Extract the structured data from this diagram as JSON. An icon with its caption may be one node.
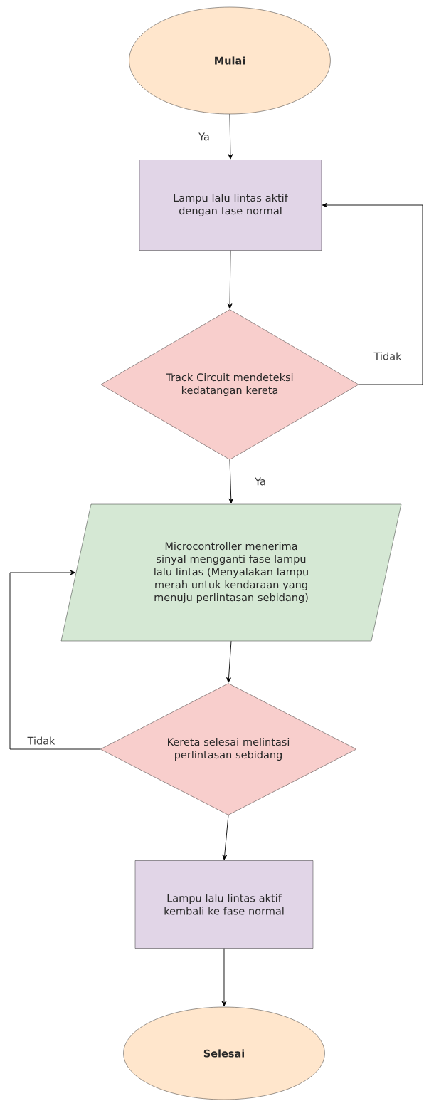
{
  "diagram": {
    "nodes": [
      {
        "text": [
          "Mulai"
        ]
      },
      {
        "text": [
          "Lampu lalu lintas aktif dengan fase normal"
        ]
      },
      {
        "text": [
          "Track Circuit mendeteksi kedatangan kereta"
        ]
      },
      {
        "text": [
          "Microcontroller menerima sinyal mengganti fase lampu lalu lintas (Menyalakan lampu merah untuk kendaraan yang menuju perlintasan sebidang)"
        ]
      },
      {
        "text": [
          "Kereta selesai melintasi perlintasan sebidang"
        ]
      },
      {
        "text": [
          "Lampu lalu lintas aktif kembali ke fase normal"
        ]
      },
      {
        "text": [
          "Selesai"
        ]
      }
    ],
    "edges": [
      {
        "from": 0,
        "to": 1,
        "arrow": "to",
        "label": "Ya"
      },
      {
        "from": 1,
        "to": 2,
        "arrow": "to"
      },
      {
        "from": 2,
        "to": 1,
        "arrow": "to",
        "label": "Tidak"
      },
      {
        "from": 2,
        "to": 3,
        "arrow": "to",
        "label": "Ya"
      },
      {
        "from": 3,
        "to": 4,
        "arrow": "to"
      },
      {
        "from": 4,
        "to": 3,
        "arrow": "to",
        "label": "Tidak"
      },
      {
        "from": 4,
        "to": 5,
        "arrow": "to"
      },
      {
        "from": 5,
        "to": 6,
        "arrow": "to"
      }
    ]
  }
}
